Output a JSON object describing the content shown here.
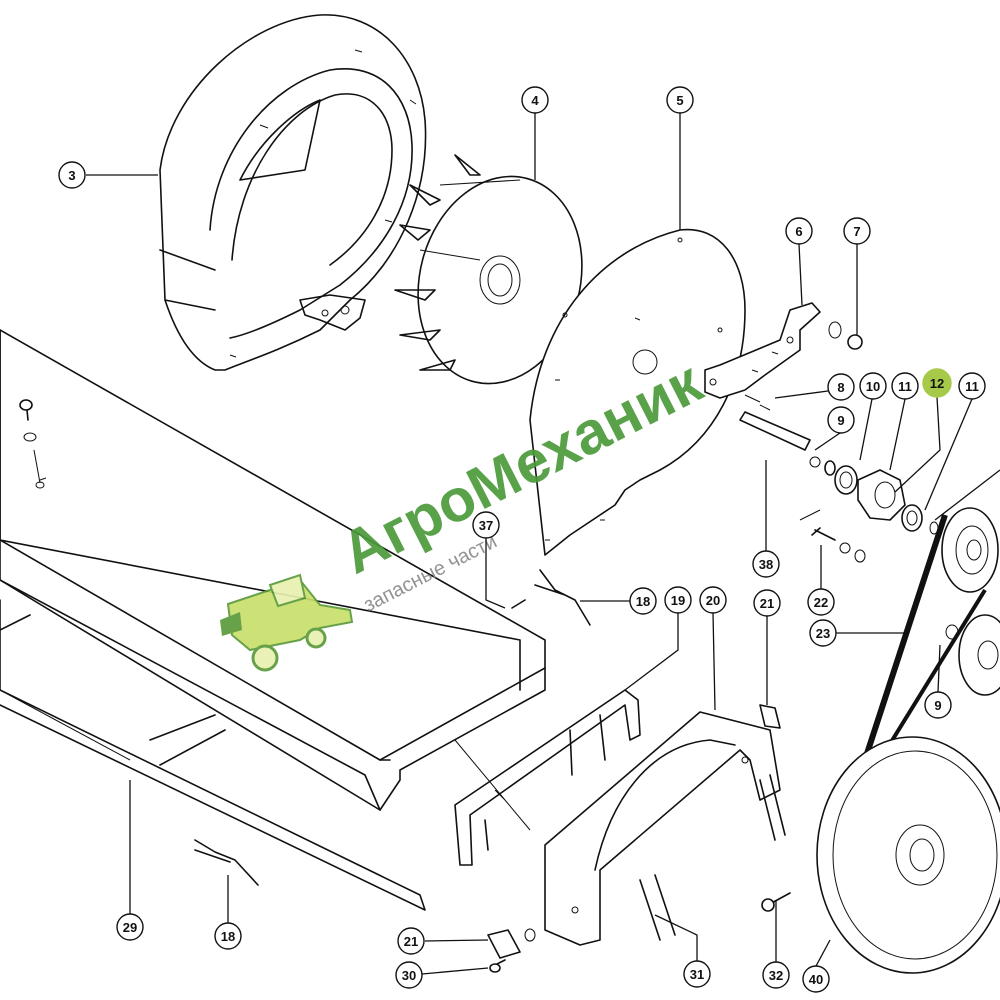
{
  "colors": {
    "line": "#111111",
    "highlight": "#a6c94a",
    "watermark": "#4b9a3a",
    "watermark_sub": "#8a8a8a",
    "combine_body": "#c9e06a",
    "combine_cab": "#e9f0b0",
    "combine_dark": "#5a9a3a"
  },
  "watermark": {
    "title": "АгроМеханик",
    "subtitle": "запасные части",
    "icon": "combine-harvester-icon"
  },
  "callouts": [
    {
      "id": "c3",
      "label": "3"
    },
    {
      "id": "c4",
      "label": "4"
    },
    {
      "id": "c5",
      "label": "5"
    },
    {
      "id": "c6",
      "label": "6"
    },
    {
      "id": "c7",
      "label": "7"
    },
    {
      "id": "c8",
      "label": "8"
    },
    {
      "id": "c9a",
      "label": "9"
    },
    {
      "id": "c10",
      "label": "10"
    },
    {
      "id": "c11a",
      "label": "11"
    },
    {
      "id": "c12",
      "label": "12",
      "highlighted": true
    },
    {
      "id": "c11b",
      "label": "11"
    },
    {
      "id": "c37",
      "label": "37"
    },
    {
      "id": "c18a",
      "label": "18"
    },
    {
      "id": "c19",
      "label": "19"
    },
    {
      "id": "c20",
      "label": "20"
    },
    {
      "id": "c21a",
      "label": "21"
    },
    {
      "id": "c38",
      "label": "38"
    },
    {
      "id": "c22",
      "label": "22"
    },
    {
      "id": "c23",
      "label": "23"
    },
    {
      "id": "c9b",
      "label": "9"
    },
    {
      "id": "c29",
      "label": "29"
    },
    {
      "id": "c18b",
      "label": "18"
    },
    {
      "id": "c21b",
      "label": "21"
    },
    {
      "id": "c30",
      "label": "30"
    },
    {
      "id": "c31",
      "label": "31"
    },
    {
      "id": "c32",
      "label": "32"
    },
    {
      "id": "c40",
      "label": "40"
    }
  ]
}
